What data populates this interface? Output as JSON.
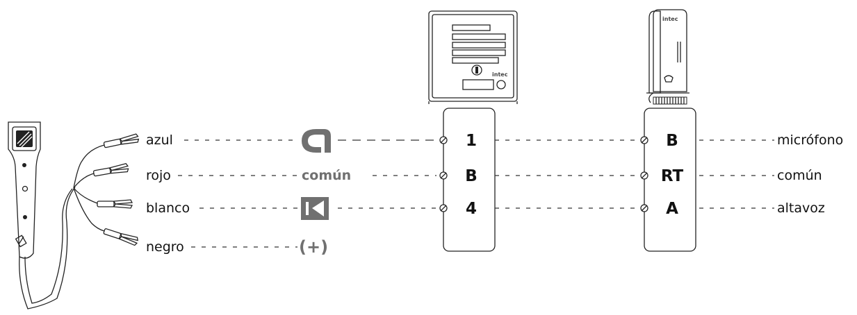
{
  "colors": {
    "line": "#222222",
    "symbol": "#707070"
  },
  "probe_wires": [
    {
      "color_label": "azul"
    },
    {
      "color_label": "rojo"
    },
    {
      "color_label": "blanco"
    },
    {
      "color_label": "negro"
    }
  ],
  "symbols": {
    "mic_icon": "microphone-symbol-icon",
    "comun_label": "común",
    "speaker_icon": "speaker-symbol-icon",
    "plus_label": "(+)"
  },
  "panel": {
    "device_icon": "door-entry-panel-icon",
    "brand": "intec",
    "terminals": [
      "1",
      "B",
      "4"
    ]
  },
  "handset": {
    "device_icon": "intercom-handset-icon",
    "brand": "intec",
    "terminals": [
      "B",
      "RT",
      "A"
    ]
  },
  "functions": [
    "micrófono",
    "común",
    "altavoz"
  ]
}
